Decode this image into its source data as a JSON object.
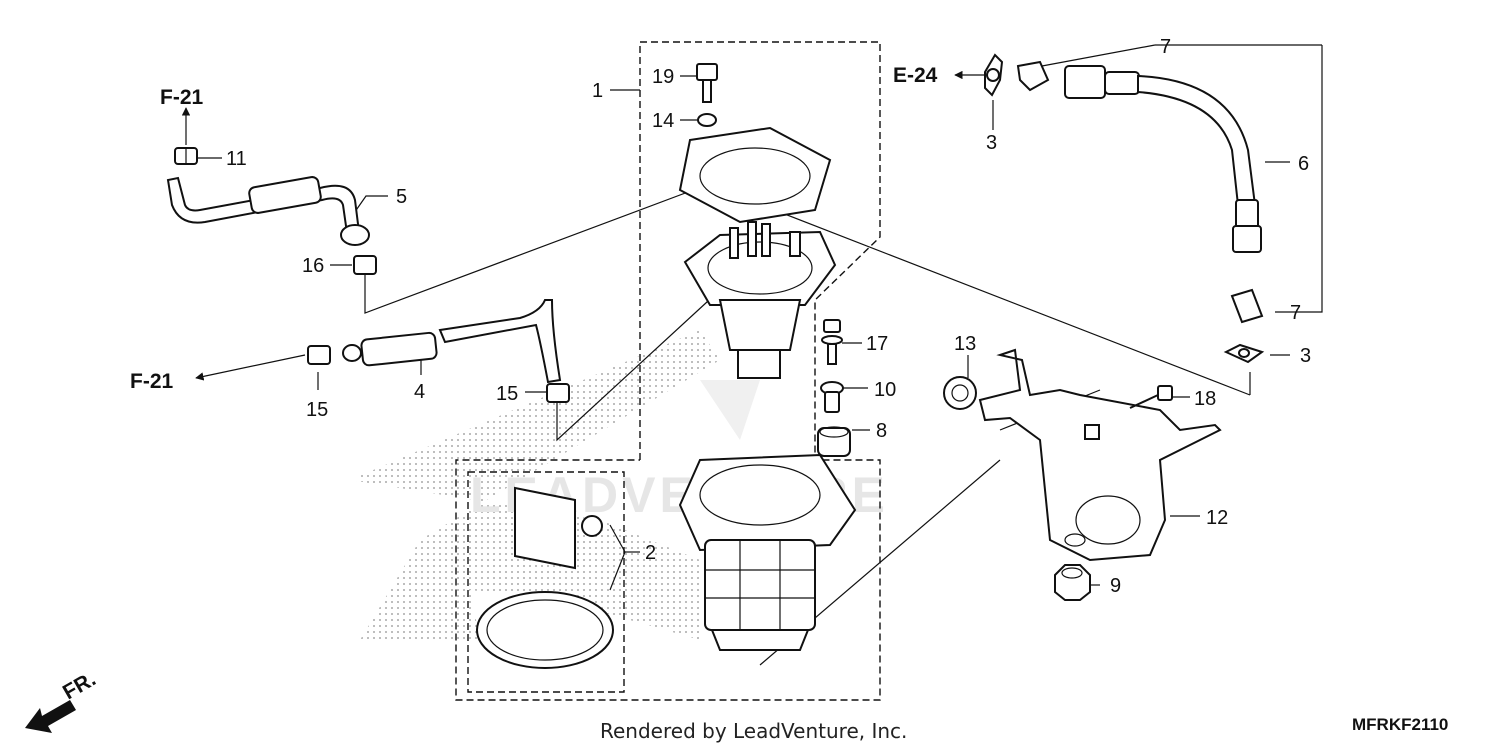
{
  "callouts": [
    {
      "id": "c1",
      "text": "1"
    },
    {
      "id": "c2",
      "text": "2"
    },
    {
      "id": "c3a",
      "text": "3"
    },
    {
      "id": "c3b",
      "text": "3"
    },
    {
      "id": "c4",
      "text": "4"
    },
    {
      "id": "c5",
      "text": "5"
    },
    {
      "id": "c6",
      "text": "6"
    },
    {
      "id": "c7a",
      "text": "7"
    },
    {
      "id": "c7b",
      "text": "7"
    },
    {
      "id": "c8",
      "text": "8"
    },
    {
      "id": "c9",
      "text": "9"
    },
    {
      "id": "c10",
      "text": "10"
    },
    {
      "id": "c11",
      "text": "11"
    },
    {
      "id": "c12",
      "text": "12"
    },
    {
      "id": "c13",
      "text": "13"
    },
    {
      "id": "c14",
      "text": "14"
    },
    {
      "id": "c15a",
      "text": "15"
    },
    {
      "id": "c15b",
      "text": "15"
    },
    {
      "id": "c16",
      "text": "16"
    },
    {
      "id": "c17",
      "text": "17"
    },
    {
      "id": "c18",
      "text": "18"
    },
    {
      "id": "c19",
      "text": "19"
    }
  ],
  "references": {
    "f21_top": "F-21",
    "f21_left": "F-21",
    "e24": "E-24"
  },
  "direction_label": "FR.",
  "credit": "Rendered by LeadVenture, Inc.",
  "diagram_code": "MFRKF2110",
  "watermark": "LEADVENTURE"
}
